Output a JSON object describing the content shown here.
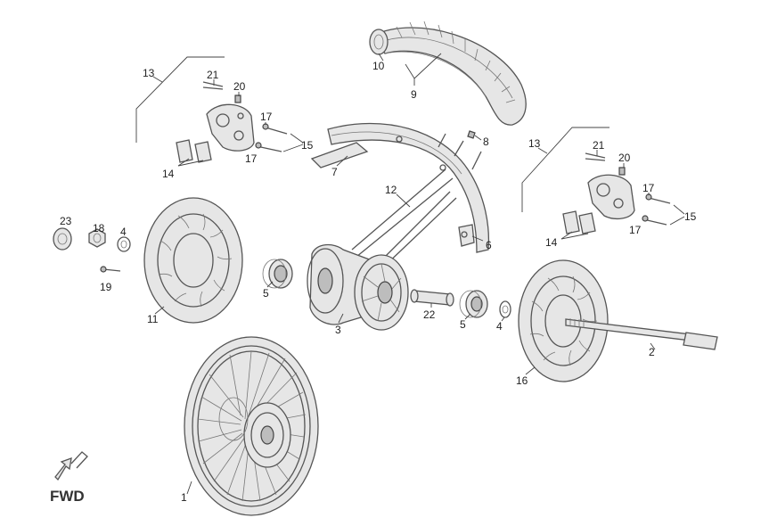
{
  "callouts": {
    "c1": "1",
    "c2": "2",
    "c3": "3",
    "c4a": "4",
    "c4b": "4",
    "c5a": "5",
    "c5b": "5",
    "c6": "6",
    "c7": "7",
    "c8": "8",
    "c9": "9",
    "c10": "10",
    "c11": "11",
    "c12": "12",
    "c13a": "13",
    "c13b": "13",
    "c14a": "14",
    "c14b": "14",
    "c15a": "15",
    "c15b": "15",
    "c16": "16",
    "c17a": "17",
    "c17b": "17",
    "c17c": "17",
    "c17d": "17",
    "c18": "18",
    "c19": "19",
    "c20a": "20",
    "c20b": "20",
    "c21a": "21",
    "c21b": "21",
    "c22": "22",
    "c23": "23"
  },
  "direction": {
    "label": "FWD",
    "icon": "forward-arrow-icon"
  },
  "colors": {
    "line": "#555555",
    "fill": "#e6e6e6",
    "background": "#ffffff"
  }
}
